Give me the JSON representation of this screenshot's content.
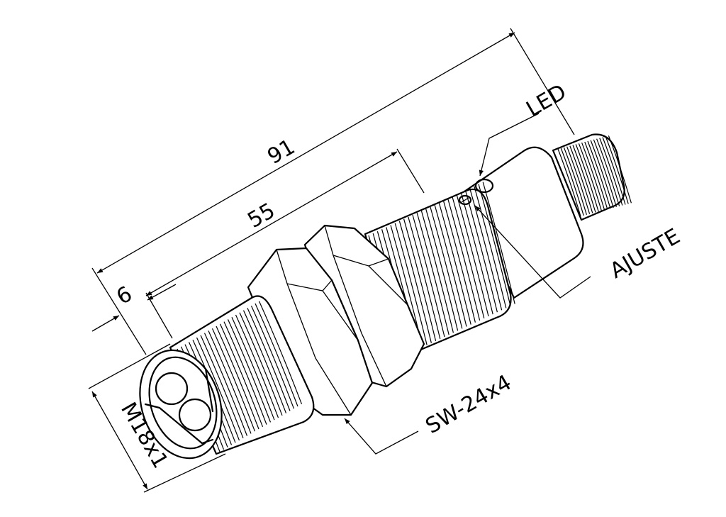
{
  "dimensions": {
    "total_length": "91",
    "thread_length": "55",
    "front_offset": "6",
    "thread_size": "M18x1"
  },
  "labels": {
    "led": "LED",
    "adjust": "AJUSTE",
    "wrench_size": "SW-24x4"
  },
  "colors": {
    "line": "#000000",
    "background": "#ffffff"
  }
}
